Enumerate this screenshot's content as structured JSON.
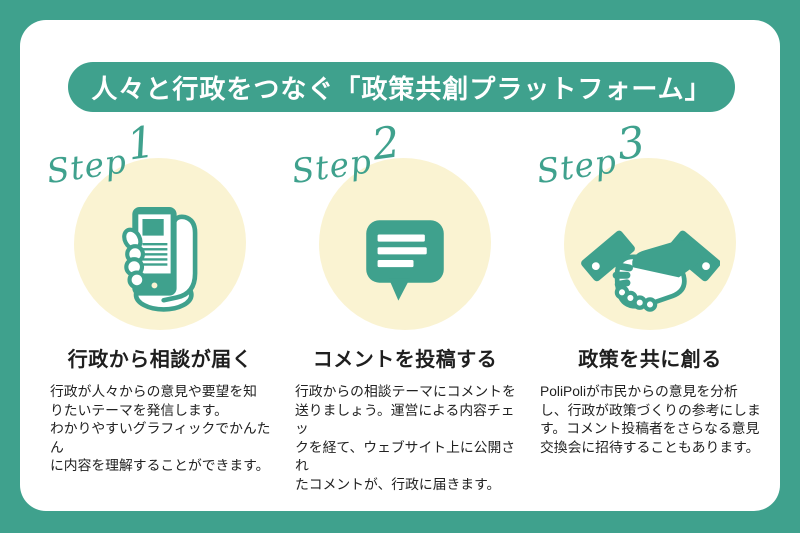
{
  "colors": {
    "teal": "#3FA18D",
    "cream": "#FAF3D2",
    "card_background": "#FFFFFF",
    "text_dark": "#1F1F1F"
  },
  "title": "人々と行政をつなぐ「政策共創プラットフォーム」",
  "steps": [
    {
      "label_word": "Step",
      "label_number": "1",
      "icon": "phone-in-hand-icon",
      "heading": "行政から相談が届く",
      "body": "行政が人々からの意見や要望を知\nりたいテーマを発信します。\nわかりやすいグラフィックでかんたん\nに内容を理解することができます。"
    },
    {
      "label_word": "Step",
      "label_number": "2",
      "icon": "speech-bubble-icon",
      "heading": "コメントを投稿する",
      "body": "行政からの相談テーマにコメントを\n送りましょう。運営による内容チェッ\nクを経て、ウェブサイト上に公開され\nたコメントが、行政に届きます。"
    },
    {
      "label_word": "Step",
      "label_number": "3",
      "icon": "handshake-icon",
      "heading": "政策を共に創る",
      "body": "PoliPoliが市民からの意見を分析\nし、行政が政策づくりの参考にしま\nす。コメント投稿者をさらなる意見\n交換会に招待することもあります。"
    }
  ]
}
